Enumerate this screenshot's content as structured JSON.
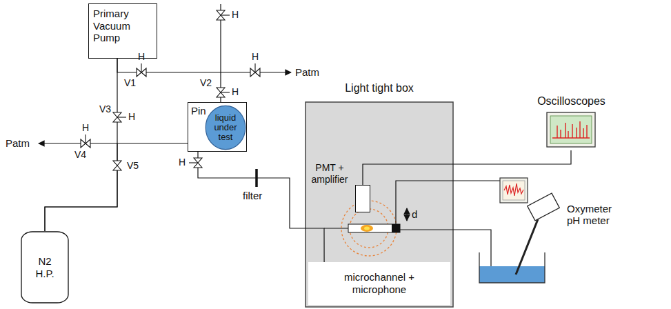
{
  "diagram": {
    "nodes": [
      {
        "text": [
          "Primary Vacuum Pump"
        ]
      },
      {
        "text": [
          "Pin"
        ]
      },
      {
        "text": [
          "liquid under test"
        ],
        "in": 1
      },
      {
        "text": [
          "N2 H.P."
        ]
      },
      {
        "text": [
          "Light tight box"
        ]
      },
      {
        "text": [
          "PMT + amplifier"
        ],
        "in": 4
      },
      {
        "text": [
          "microchannel + microphone"
        ],
        "in": 4
      },
      {
        "text": [
          "Oscilloscopes"
        ]
      }
    ],
    "edges": [
      {
        "from": 0,
        "to": 1,
        "arrow": "none"
      },
      {
        "from": 0,
        "to": 3,
        "arrow": "none"
      },
      {
        "from": 3,
        "to": 1,
        "arrow": "none"
      },
      {
        "from": 1,
        "to": 6,
        "arrow": "none"
      },
      {
        "from": 5,
        "to": 7,
        "arrow": "none"
      }
    ],
    "labels": [
      "V1",
      "H",
      "H",
      "Patm",
      "H",
      "V2",
      "H",
      "V3",
      "H",
      "Patm",
      "V4",
      "H",
      "V5",
      "H",
      "filter",
      "d",
      "Oxymeter pH meter"
    ]
  }
}
